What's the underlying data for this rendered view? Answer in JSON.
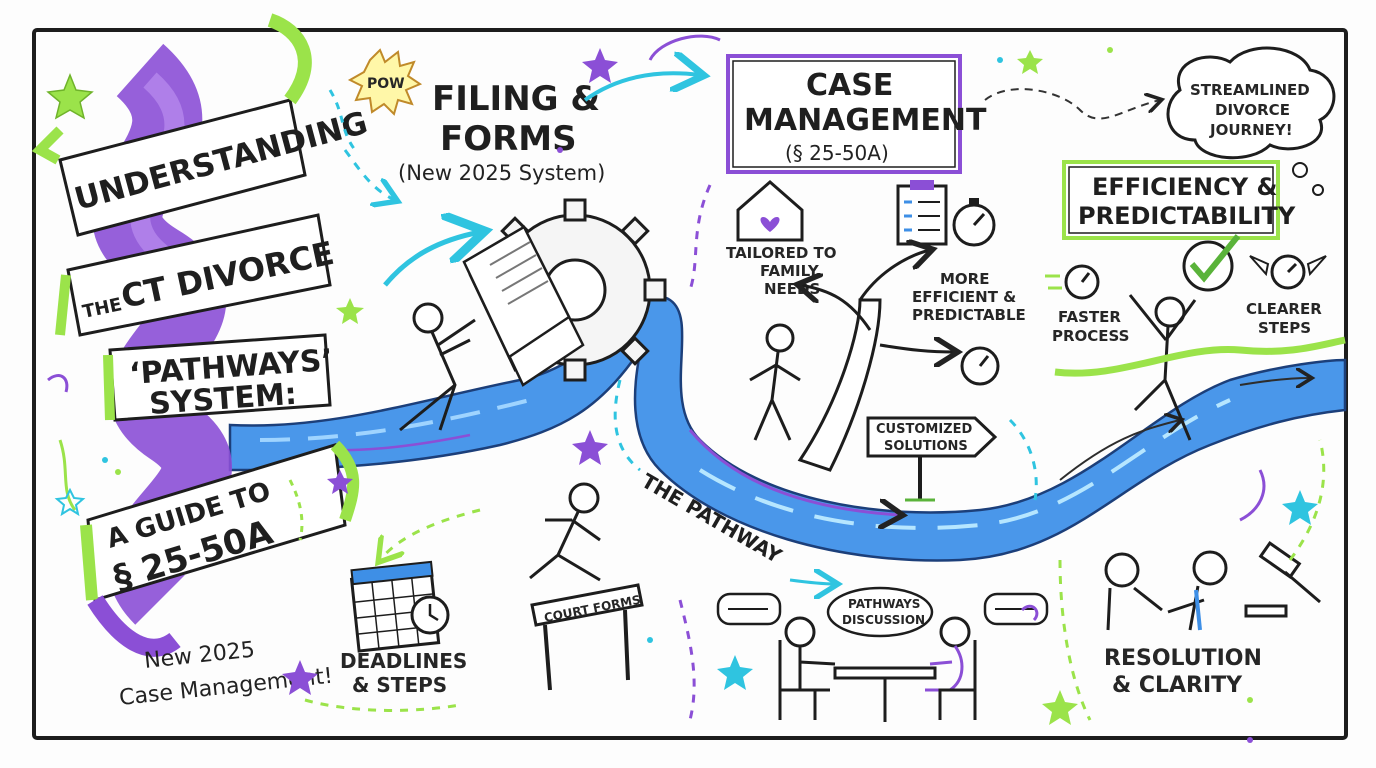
{
  "title_banner": {
    "line1": "UNDERSTANDING",
    "line2_small": "THE",
    "line2_big": "CT DIVORCE",
    "line3": "‘PATHWAYS’",
    "line4": "SYSTEM:",
    "line5": "A GUIDE TO",
    "line6": "§ 25-50A"
  },
  "pow": "POW",
  "subtitle_note": {
    "line1": "New 2025",
    "line2": "Case Management!"
  },
  "filing": {
    "line1": "FILING &",
    "line2": "FORMS",
    "line3": "(New 2025 System)"
  },
  "case_box": {
    "line1": "CASE",
    "line2": "MANAGEMENT",
    "line3": "(§ 25-50A)"
  },
  "family": {
    "line1": "TAILORED TO",
    "line2": "FAMILY",
    "line3": "NEEDS"
  },
  "efficient": {
    "line1": "MORE",
    "line2": "EFFICIENT &",
    "line3": "PREDICTABLE"
  },
  "signpost": {
    "line1": "CUSTOMIZED",
    "line2": "SOLUTIONS"
  },
  "efficiency_box": {
    "line1": "EFFICIENCY &",
    "line2": "PREDICTABILITY"
  },
  "cloud": {
    "line1": "STREAMLINED",
    "line2": "DIVORCE",
    "line3": "JOURNEY!"
  },
  "faster": {
    "line1": "FASTER",
    "line2": "PROCESS"
  },
  "clearer": {
    "line1": "CLEARER",
    "line2": "STEPS"
  },
  "pathway_label": "THE PATHWAY",
  "court_forms": "COURT FORMS",
  "deadlines": {
    "line1": "DEADLINES",
    "line2": "& STEPS"
  },
  "discussion": {
    "line1": "PATHWAYS",
    "line2": "DISCUSSION"
  },
  "resolution": {
    "line1": "RESOLUTION",
    "line2": "& CLARITY"
  },
  "colors": {
    "purple": "#8b4fd6",
    "lime": "#9be34a",
    "cyan": "#2fc4e0",
    "river": "#3e8fe6",
    "ink": "#1f1f1f"
  }
}
